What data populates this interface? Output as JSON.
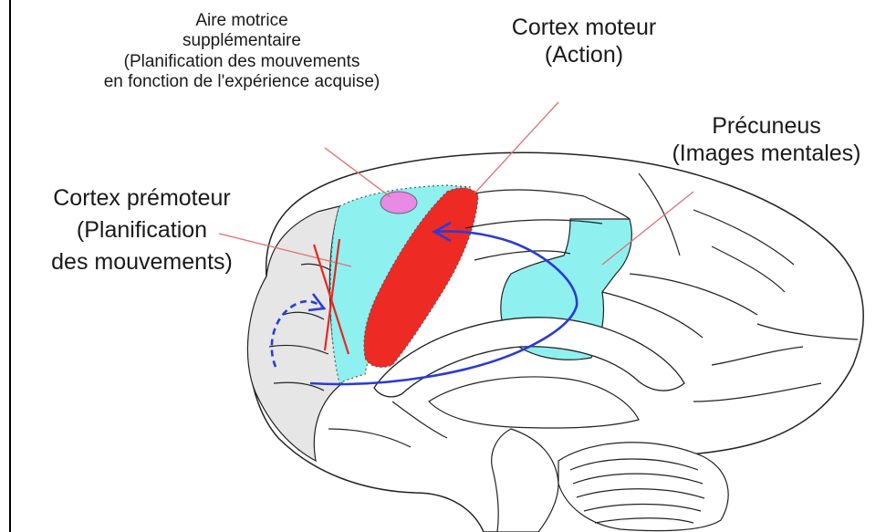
{
  "labels": {
    "sma": {
      "lines": [
        "Aire motrice",
        "supplémentaire",
        "(Planification des mouvements",
        "en fonction de l'expérience acquise)"
      ],
      "color": "#e98be6"
    },
    "motor_cortex": {
      "lines": [
        "Cortex moteur",
        "(Action)"
      ],
      "color": "#ee2a24"
    },
    "premotor_cortex": {
      "lines": [
        "Cortex prémoteur",
        "(Planification",
        "des mouvements)"
      ],
      "color": "#8ff0f0"
    },
    "precuneus": {
      "lines": [
        "Précuneus",
        "(Images mentales)"
      ],
      "color": "#8ff0f0"
    }
  },
  "colors": {
    "prefrontal_region": "#e6e6e6",
    "pathway_arrow": "#2a3bd6",
    "cross_mark": "#e8271f",
    "leader_line": "#e07070",
    "outline": "#222222"
  }
}
